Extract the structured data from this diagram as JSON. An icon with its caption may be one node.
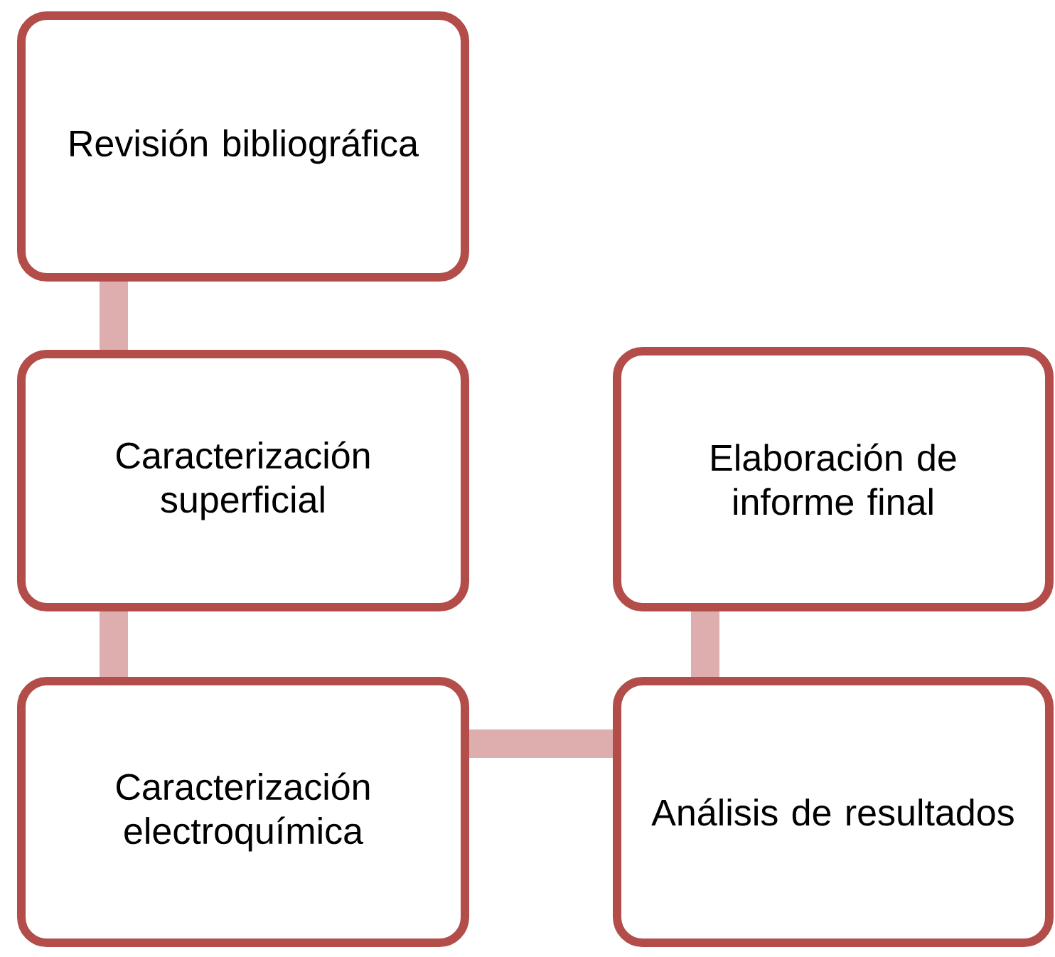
{
  "diagram": {
    "nodes": [
      {
        "text": [
          "Revisión bibliográfica"
        ]
      },
      {
        "text": [
          "Caracterización superficial"
        ]
      },
      {
        "text": [
          "Elaboración de informe final"
        ]
      },
      {
        "text": [
          "Caracterización electroquímica"
        ]
      },
      {
        "text": [
          "Análisis de resultados"
        ]
      }
    ],
    "edges": [
      {
        "from": 0,
        "to": 1,
        "arrow": "none"
      },
      {
        "from": 1,
        "to": 3,
        "arrow": "none"
      },
      {
        "from": 3,
        "to": 4,
        "arrow": "none"
      },
      {
        "from": 4,
        "to": 2,
        "arrow": "none"
      }
    ]
  }
}
